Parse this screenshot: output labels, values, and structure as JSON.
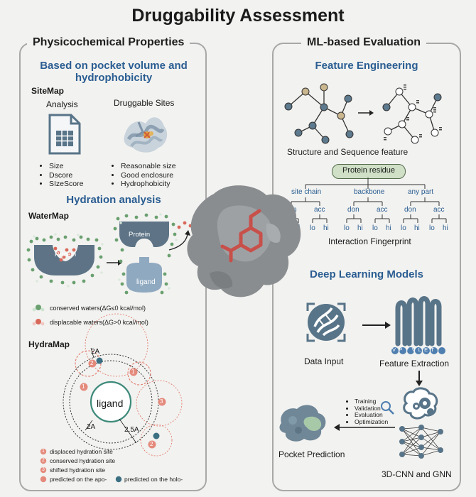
{
  "title": "Druggability Assessment",
  "left": {
    "heading": "Physicochemical Properties",
    "subheading": "Based on pocket volume and hydrophobicity",
    "sitemap": {
      "label": "SiteMap",
      "analysis": "Analysis",
      "druggable": "Druggable Sites",
      "analysis_items": [
        "Size",
        "Dscore",
        "SIzeScore"
      ],
      "druggable_items": [
        "Reasonable size",
        "Good enclosure",
        "Hydrophobicity"
      ]
    },
    "hydration_heading": "Hydration analysis",
    "watermap": {
      "label": "WaterMap",
      "protein": "Protein",
      "protein2": "Protein",
      "ligand": "ligand",
      "conserved": "conserved waters(ΔG≤0 kcal/mol)",
      "displacable": "displacable waters(ΔG>0 kcal/mol)"
    },
    "hydramap": {
      "label": "HydraMap",
      "ligand": "ligand",
      "d_2a_top": "2A",
      "d_2a_bottom": "2A",
      "d_25a": "2.5A",
      "n1": "1",
      "n2": "2",
      "n3": "3",
      "n2b": "2",
      "legend": [
        {
          "num": "1",
          "text": "displaced hydration site"
        },
        {
          "num": "2",
          "text": "conserved hydration site"
        },
        {
          "num": "3",
          "text": "shifted hydration site"
        }
      ],
      "legend_apo": "predicted on the apo-",
      "legend_holo": "predicted on the holo-"
    }
  },
  "right": {
    "heading": "ML-based Evaluation",
    "fe_heading": "Feature Engineering",
    "struct_seq": "Structure and Sequence feature",
    "protein_residue": "Protein residue",
    "groups": [
      "site chain",
      "backbone",
      "any part"
    ],
    "don": "don",
    "acc": "acc",
    "lo": "lo",
    "hi": "hi",
    "fingerprint": "Interaction Fingerprint",
    "dl_heading": "Deep Learning Models",
    "data_input": "Data Input",
    "feature_extraction": "Feature Extraction",
    "sequence": "VPYVLET",
    "steps": [
      "Training",
      "Validation",
      "Evaluation",
      "Optimization"
    ],
    "pocket_prediction": "Pocket Prediction",
    "cnn_gnn": "3D-CNN and GNN"
  },
  "colors": {
    "blue_heading": "#2a5d92",
    "slate": "#587488",
    "red_site": "#e07060",
    "green_water": "#5c9a63"
  }
}
